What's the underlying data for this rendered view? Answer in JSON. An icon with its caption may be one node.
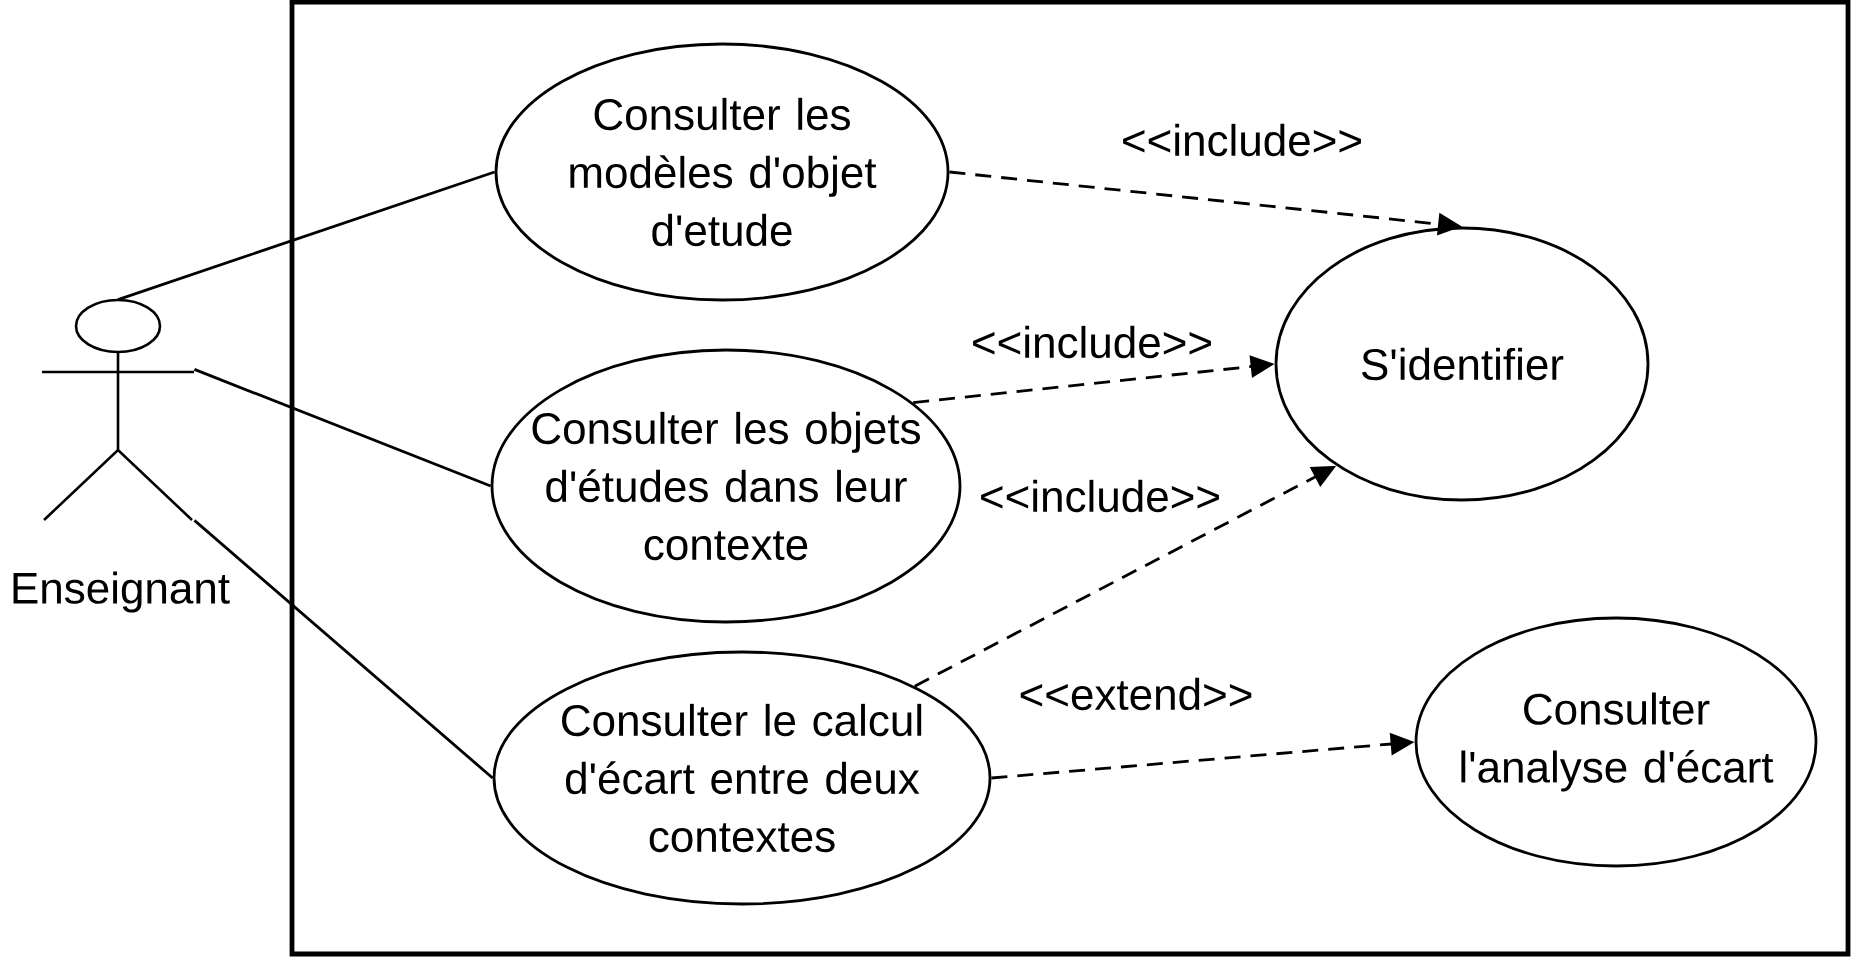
{
  "diagram": {
    "nodes": [
      {
        "text": [
          "Enseignant"
        ]
      },
      {
        "text": [],
        "shape": "box"
      },
      {
        "text": [
          "Consulter les modèles d'objet d'etude"
        ],
        "in": 1
      },
      {
        "text": [
          "Consulter les objets d'études dans leur contexte"
        ],
        "in": 1
      },
      {
        "text": [
          "Consulter le calcul d'écart entre deux contextes"
        ],
        "in": 1
      },
      {
        "text": [
          "S'identifier"
        ],
        "in": 1
      },
      {
        "text": [
          "Consulter l'analyse d'écart"
        ],
        "in": 1
      }
    ],
    "edges": [
      {
        "from": 0,
        "to": 2,
        "arrow": "none"
      },
      {
        "from": 0,
        "to": 3,
        "arrow": "none"
      },
      {
        "from": 0,
        "to": 4,
        "arrow": "none"
      },
      {
        "from": 2,
        "to": 5,
        "arrow": "to",
        "label": "<<include>>",
        "style": "dashed"
      },
      {
        "from": 3,
        "to": 5,
        "arrow": "to",
        "label": "<<include>>",
        "style": "dashed"
      },
      {
        "from": 4,
        "to": 5,
        "arrow": "to",
        "label": "<<include>>",
        "style": "dashed"
      },
      {
        "from": 4,
        "to": 6,
        "arrow": "to",
        "label": "<<extend>>",
        "style": "dashed"
      }
    ]
  }
}
